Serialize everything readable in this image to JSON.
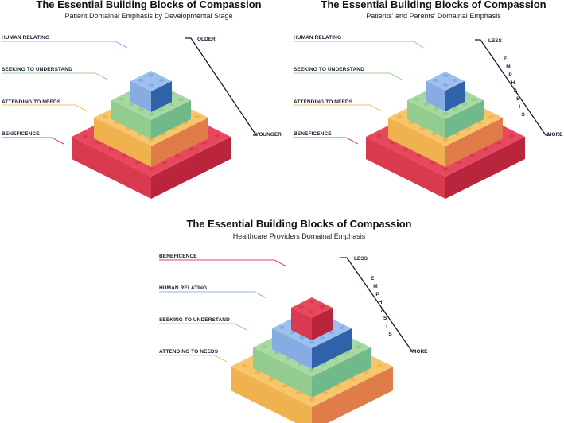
{
  "panels": [
    {
      "title": "The Essential Building Blocks of Compassion",
      "subtitle": "Patient Domainal Emphasis by Developmental Stage",
      "labels": [
        "HUMAN RELATING",
        "SEEKING TO UNDERSTAND",
        "ATTENDING TO NEEDS",
        "BENEFICENCE"
      ],
      "label_colors": [
        "#8fb4e8",
        "#9fd19c",
        "#f2c46a",
        "#e2475a"
      ],
      "axis_top": "OLDER",
      "axis_bottom": "YOUNGER"
    },
    {
      "title": "The Essential Building Blocks of Compassion",
      "subtitle": "Patients' and Parents' Domainal Emphasis",
      "labels": [
        "HUMAN RELATING",
        "SEEKING TO UNDERSTAND",
        "ATTENDING TO NEEDS",
        "BENEFICENCE"
      ],
      "label_colors": [
        "#8fb4e8",
        "#9fd19c",
        "#f2c46a",
        "#e2475a"
      ],
      "axis_top": "LESS",
      "axis_middle": "EMPHASIS",
      "axis_bottom": "MORE"
    },
    {
      "title": "The Essential Building Blocks of Compassion",
      "subtitle": "Healthcare Providers Domainal Emphasis",
      "labels": [
        "BENEFICENCE",
        "HUMAN RELATING",
        "SEEKING TO UNDERSTAND",
        "ATTENDING TO NEEDS"
      ],
      "label_colors": [
        "#e2475a",
        "#8fb4e8",
        "#9fd19c",
        "#f2c46a"
      ],
      "axis_top": "LESS",
      "axis_middle": "EMPHASIS",
      "axis_bottom": "MORE"
    }
  ],
  "block_colors": {
    "red": {
      "top": "#e8485e",
      "left": "#d93a50",
      "right": "#b8253d"
    },
    "yellow": {
      "top": "#f7c66a",
      "left": "#f0b24f",
      "right": "#e07c4a"
    },
    "green": {
      "top": "#a7d9a3",
      "left": "#93cc8f",
      "right": "#6fb98a"
    },
    "blue": {
      "top": "#9dc0ee",
      "left": "#86ace3",
      "right": "#2f62a8"
    }
  }
}
